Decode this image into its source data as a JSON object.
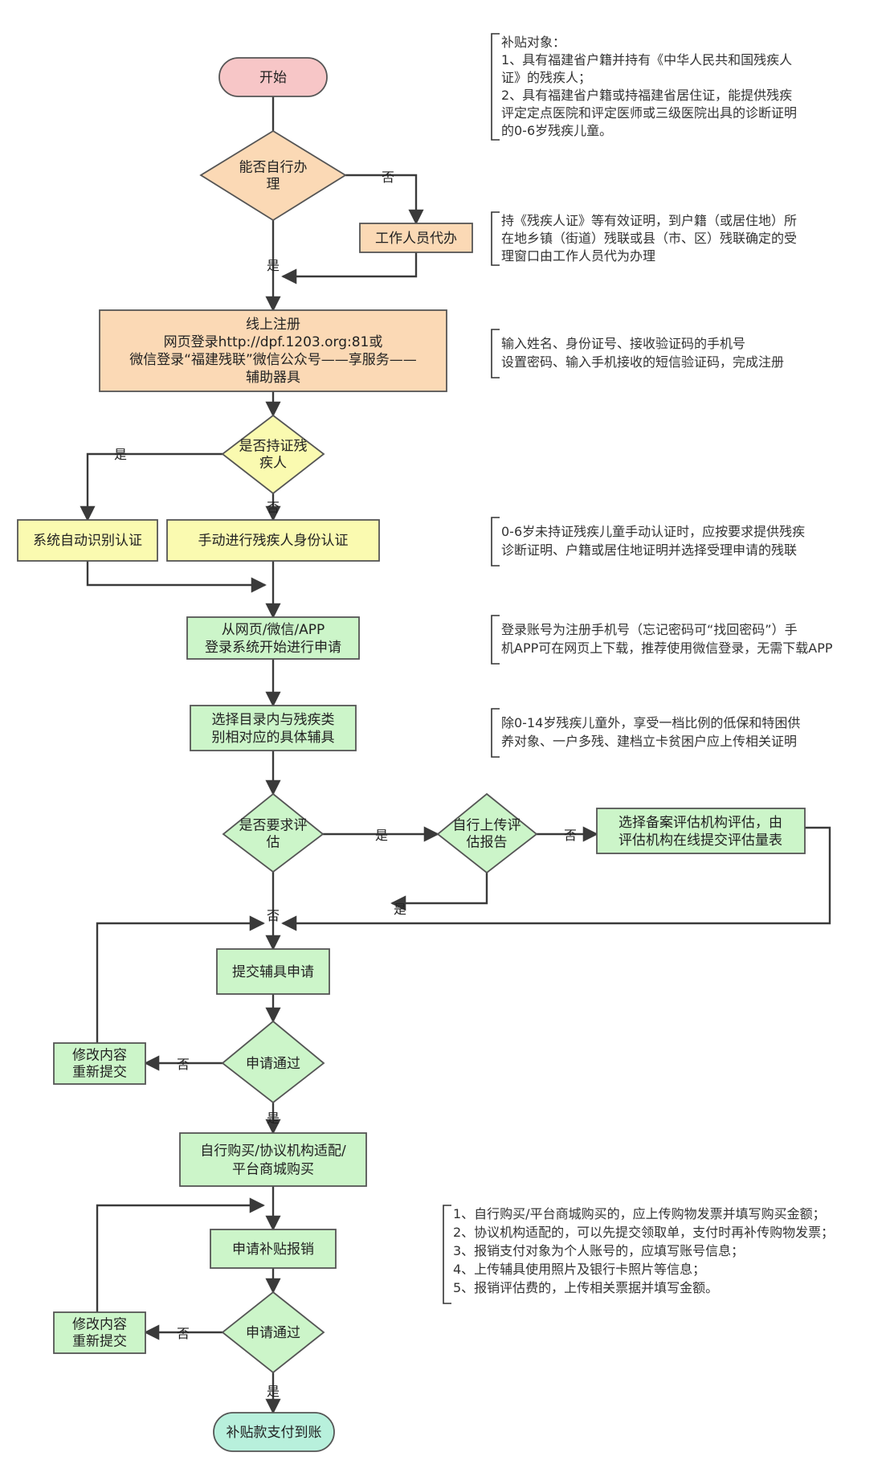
{
  "colors": {
    "terminal_start": "#f7c6c7",
    "decision_orange": "#fbd9b5",
    "box_orange": "#fbd9b5",
    "decision_yellow": "#fafab0",
    "box_yellow": "#fafab0",
    "box_green": "#ccf5c9",
    "decision_green": "#ccf5c9",
    "terminal_end": "#b8f0dc",
    "border": "#555555"
  },
  "nodes": {
    "start": "开始",
    "self_handle": [
      "能否自行办",
      "理"
    ],
    "staff_handle": "工作人员代办",
    "register": [
      "线上注册",
      "网页登录http://dpf.1203.org:81或",
      "微信登录“福建残联”微信公众号——享服务——",
      "辅助器具"
    ],
    "has_certificate": [
      "是否持证残",
      "疾人"
    ],
    "auto_verify": "系统自动识别认证",
    "manual_verify": "手动进行残疾人身份认证",
    "login_apply": [
      "从网页/微信/APP",
      "登录系统开始进行申请"
    ],
    "select_device": [
      "选择目录内与残疾类",
      "别相对应的具体辅具"
    ],
    "need_assess": [
      "是否要求评",
      "估"
    ],
    "self_upload": [
      "自行上传评",
      "估报告"
    ],
    "select_agency": [
      "选择备案评估机构评估，由",
      "评估机构在线提交评估量表"
    ],
    "submit_apply": "提交辅具申请",
    "approve_1": "申请通过",
    "modify_1": [
      "修改内容",
      "重新提交"
    ],
    "purchase": [
      "自行购买/协议机构适配/",
      "平台商城购买"
    ],
    "claim": "申请补贴报销",
    "approve_2": "申请通过",
    "modify_2": [
      "修改内容",
      "重新提交"
    ],
    "end": "补贴款支付到账"
  },
  "edge_labels": {
    "self_no": "否",
    "self_yes": "是",
    "cert_yes": "是",
    "cert_no": "否",
    "assess_yes": "是",
    "upload_no": "否",
    "upload_yes": "是",
    "assess_no": "否",
    "approve1_no": "否",
    "approve1_yes": "是",
    "approve2_no": "否",
    "approve2_yes": "是"
  },
  "notes": {
    "subsidy_target": [
      "补贴对象：",
      "1、具有福建省户籍并持有《中华人民共和国残疾人",
      "证》的残疾人；",
      "2、具有福建省户籍或持福建省居住证，能提供残疾",
      "评定定点医院和评定医师或三级医院出具的诊断证明",
      "的0-6岁残疾儿童。"
    ],
    "staff_note": [
      "持《残疾人证》等有效证明，到户籍（或居住地）所",
      "在地乡镇（街道）残联或县（市、区）残联确定的受",
      "理窗口由工作人员代为办理"
    ],
    "register_note": [
      "输入姓名、身份证号、接收验证码的手机号",
      "设置密码、输入手机接收的短信验证码，完成注册"
    ],
    "manual_note": [
      "0-6岁未持证残疾儿童手动认证时，应按要求提供残疾",
      "诊断证明、户籍或居住地证明并选择受理申请的残联"
    ],
    "login_note": [
      "登录账号为注册手机号（忘记密码可“找回密码”）手",
      "机APP可在网页上下载，推荐使用微信登录，无需下载APP"
    ],
    "device_note": [
      "除0-14岁残疾儿童外，享受一档比例的低保和特困供",
      "养对象、一户多残、建档立卡贫困户应上传相关证明"
    ],
    "claim_note": [
      "1、自行购买/平台商城购买的，应上传购物发票并填写购买金额；",
      "2、协议机构适配的，可以先提交领取单，支付时再补传购物发票；",
      "3、报销支付对象为个人账号的，应填写账号信息；",
      "4、上传辅具使用照片及银行卡照片等信息；",
      "5、报销评估费的，上传相关票据并填写金额。"
    ]
  }
}
